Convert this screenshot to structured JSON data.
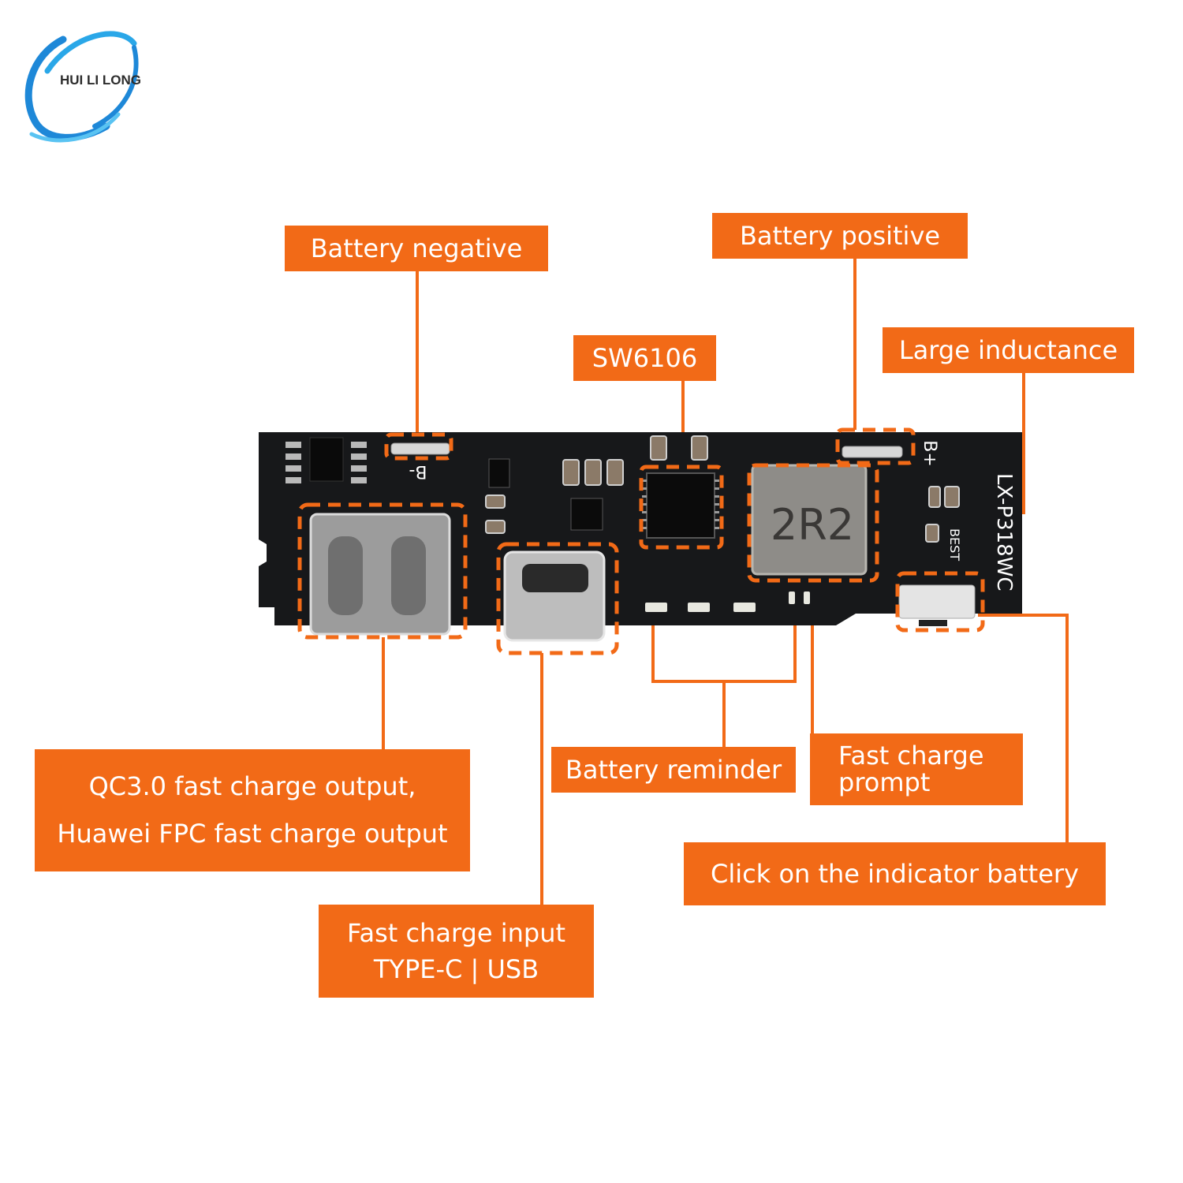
{
  "brand": {
    "name": "HUI LI LONG"
  },
  "colors": {
    "label_bg": "#f26a17",
    "label_text": "#ffffff",
    "board": "#17181a",
    "logo_blue": "#1e88d8"
  },
  "labels": {
    "battery_negative": "Battery negative",
    "battery_positive": "Battery positive",
    "chip": "SW6106",
    "large_inductance": "Large inductance",
    "qc_output_line1": "QC3.0 fast charge output,",
    "qc_output_line2": "Huawei FPC fast charge output",
    "battery_reminder": "Battery reminder",
    "fast_charge_prompt_line1": "Fast charge",
    "fast_charge_prompt_line2": "prompt",
    "click_indicator": "Click on the indicator battery",
    "fast_charge_input_line1": "Fast charge input",
    "fast_charge_input_line2": "TYPE-C | USB"
  },
  "board": {
    "model": "LX-P318WC",
    "inductor_marking": "2R2",
    "b_minus": "B-",
    "b_plus": "B+",
    "best": "BEST"
  }
}
